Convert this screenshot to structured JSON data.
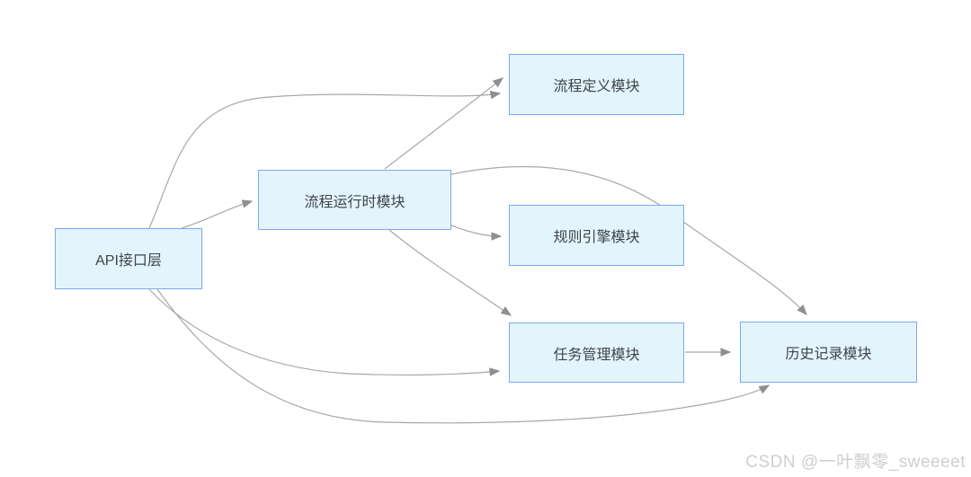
{
  "diagram": {
    "nodes": {
      "api": {
        "label": "API接口层"
      },
      "runtime": {
        "label": "流程运行时模块"
      },
      "definition": {
        "label": "流程定义模块"
      },
      "rules": {
        "label": "规则引擎模块"
      },
      "tasks": {
        "label": "任务管理模块"
      },
      "history": {
        "label": "历史记录模块"
      }
    },
    "edges": [
      {
        "from": "api",
        "to": "definition"
      },
      {
        "from": "api",
        "to": "runtime"
      },
      {
        "from": "api",
        "to": "tasks"
      },
      {
        "from": "api",
        "to": "history"
      },
      {
        "from": "runtime",
        "to": "definition"
      },
      {
        "from": "runtime",
        "to": "rules"
      },
      {
        "from": "runtime",
        "to": "tasks"
      },
      {
        "from": "runtime",
        "to": "history"
      },
      {
        "from": "tasks",
        "to": "history"
      }
    ]
  },
  "watermark": {
    "text": "CSDN @一叶飘零_sweeeet"
  },
  "colors": {
    "node_fill": "#e3f4fd",
    "node_border": "#79a9ee",
    "edge": "#a8a8a8",
    "arrow": "#8f8f8f",
    "text": "#3f444a",
    "watermark": "#cfcfcf",
    "canvas_bg": "#ffffff"
  }
}
